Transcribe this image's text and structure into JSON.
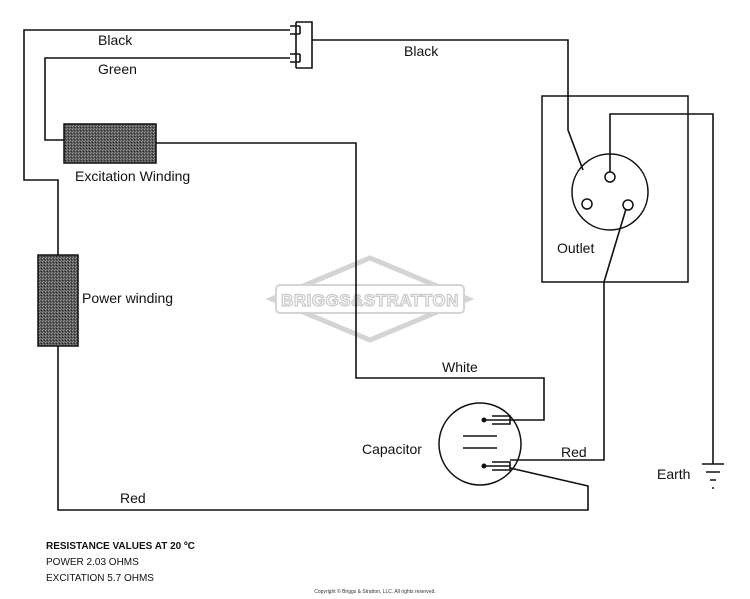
{
  "labels": {
    "black_left": "Black",
    "green": "Green",
    "black_right": "Black",
    "excitation_winding": "Excitation Winding",
    "power_winding": "Power winding",
    "outlet": "Outlet",
    "white": "White",
    "capacitor": "Capacitor",
    "red_right": "Red",
    "red_bottom": "Red",
    "earth": "Earth"
  },
  "watermark": "BRIGGS&STRATTON",
  "notes": {
    "heading": "RESISTANCE VALUES AT 20 ºC",
    "power": "POWER 2.03 OHMS",
    "excitation": "EXCITATION 5.7 OHMS"
  },
  "copyright": "Copyright © Briggs & Stratton, LLC. All rights reserved.",
  "colors": {
    "line": "#111111",
    "winding_fill": "#6a6a6a",
    "watermark_stroke": "#c9c9c9"
  }
}
